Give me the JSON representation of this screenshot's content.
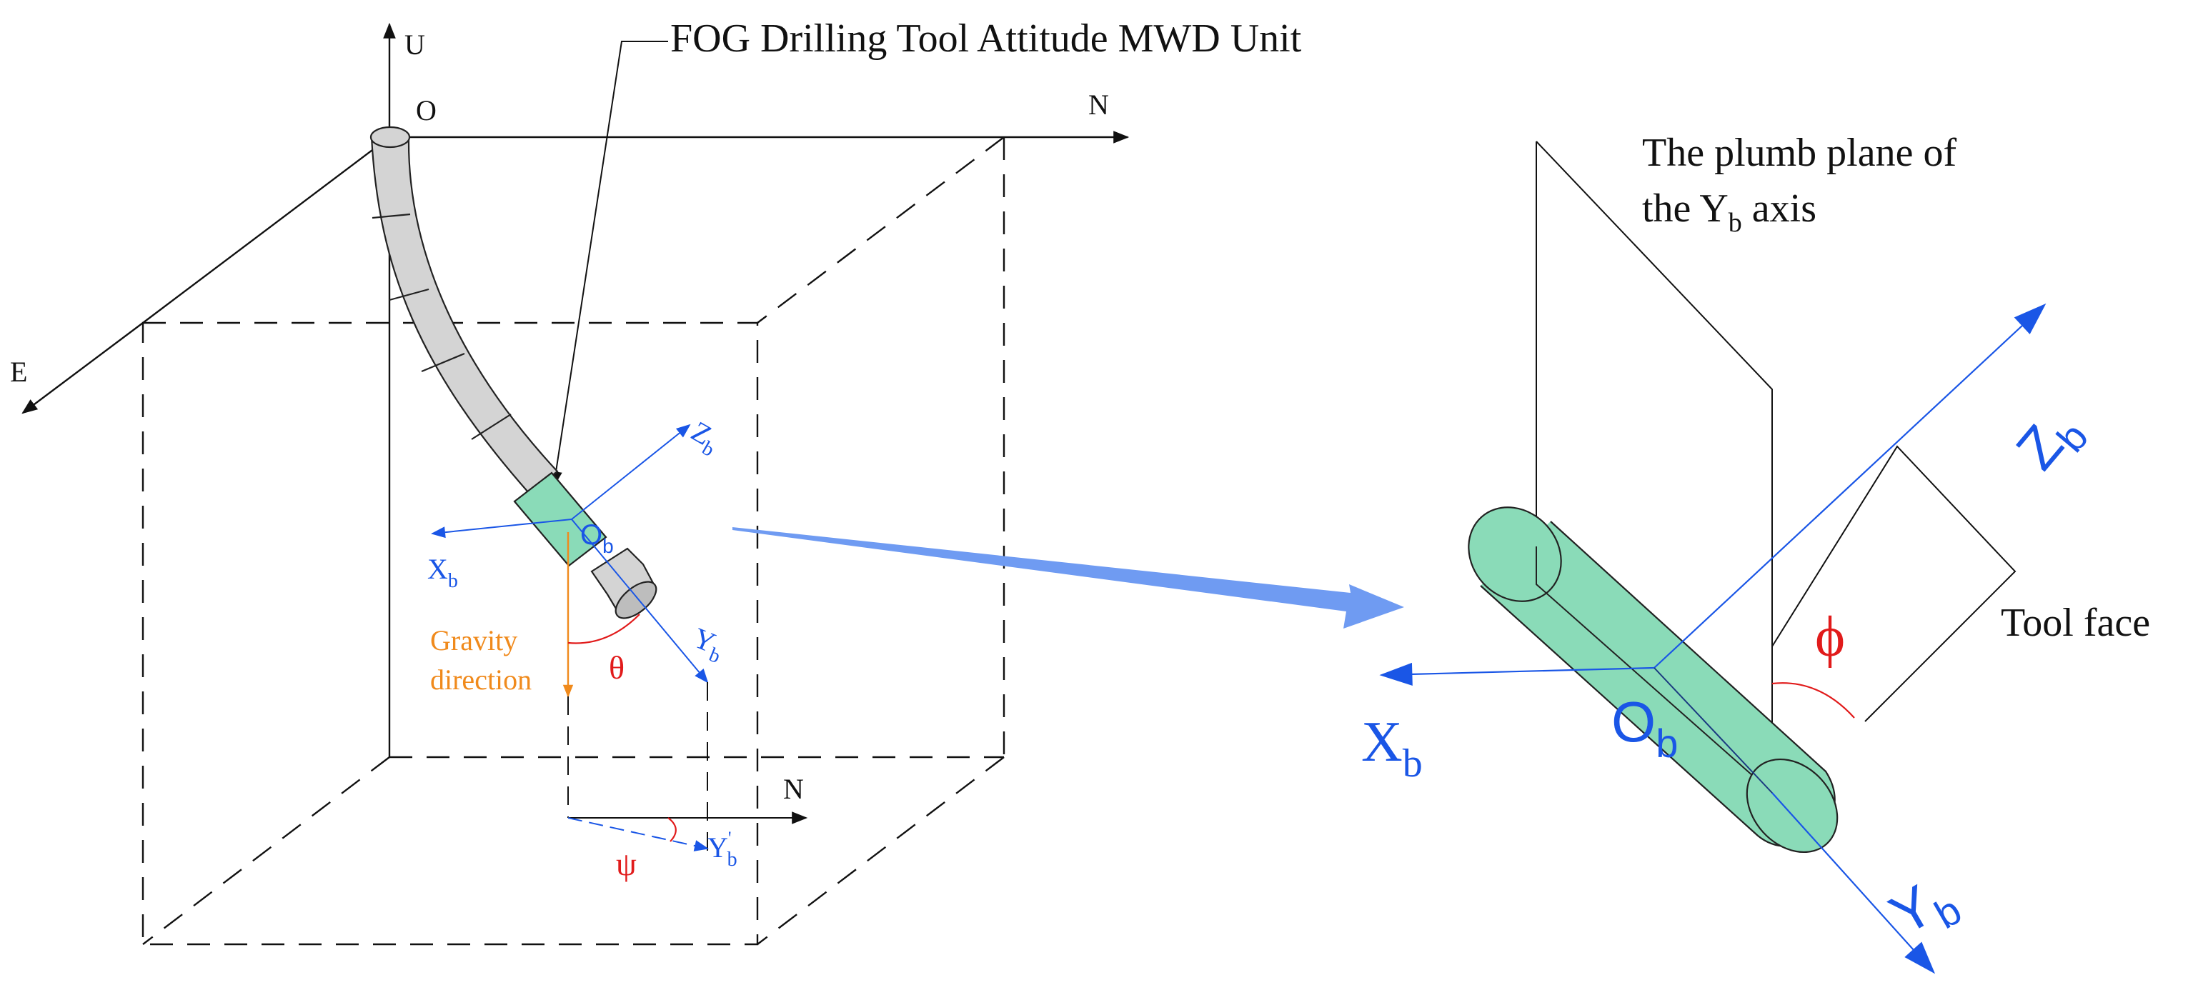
{
  "title": "FOG Drilling Tool Attitude MWD Unit",
  "left": {
    "axes": {
      "u": "U",
      "n": "N",
      "e": "E",
      "origin": "O"
    },
    "body_axes": {
      "x": "X",
      "y": "Y",
      "z": "Z",
      "o": "O",
      "sub": "b"
    },
    "gravity": {
      "line1": "Gravity",
      "line2": "direction"
    },
    "angles": {
      "theta": "θ",
      "psi": "ψ"
    },
    "projection": {
      "n": "N",
      "y": "Y",
      "sub": "b",
      "prime": "'"
    }
  },
  "right": {
    "plumb_plane": {
      "line1": "The plumb plane of",
      "line2_prefix": "the Y",
      "line2_sub": "b",
      "line2_suffix": " axis"
    },
    "tool_face": "Tool face",
    "angle_phi": "ϕ",
    "body_axes": {
      "x": "X",
      "y": "Y",
      "z": "Z",
      "o": "O",
      "sub": "b"
    }
  },
  "colors": {
    "line": "#111111",
    "blue": "#1a56e6",
    "arrow_blue": "#6f9bf2",
    "red": "#e11b1b",
    "orange": "#f08a1c",
    "green_fill": "#8adbb8",
    "gray_fill": "#d4d4d4"
  }
}
